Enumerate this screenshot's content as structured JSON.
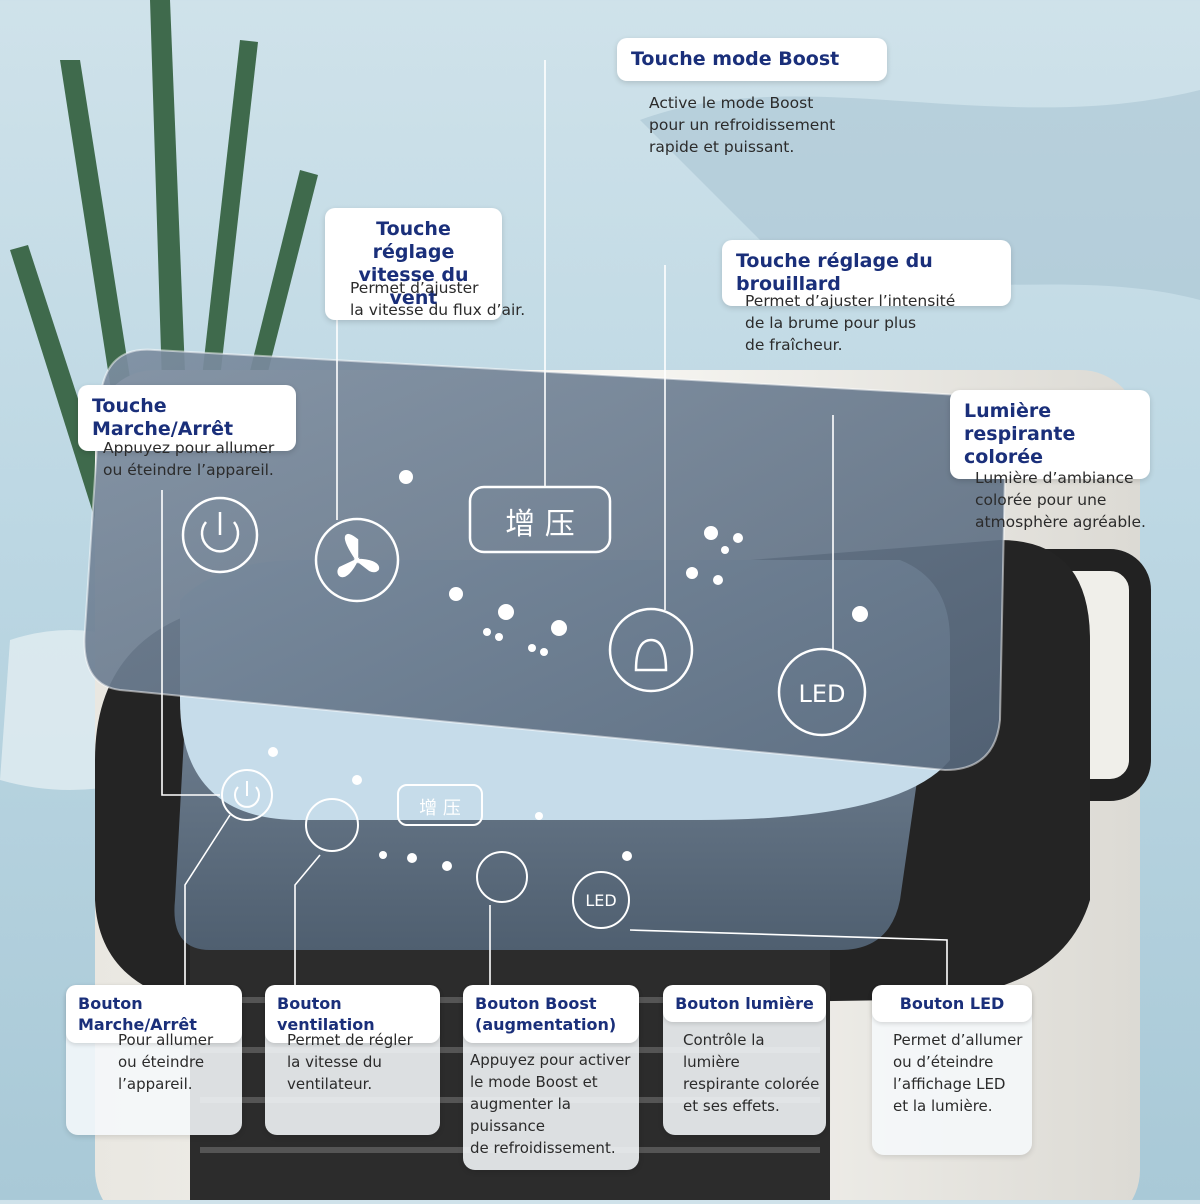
{
  "callouts": {
    "boost": {
      "title": "Touche mode Boost",
      "desc": "Active le mode Boost\npour un refroidissement\nrapide et puissant."
    },
    "wind_speed": {
      "title": "Touche réglage\nvitesse du vent",
      "desc": "Permet d’ajuster\nla vitesse du flux d’air."
    },
    "mist": {
      "title": "Touche réglage du brouillard",
      "desc": "Permet d’ajuster l’intensité\nde la brume pour plus\nde fraîcheur."
    },
    "power": {
      "title": "Touche Marche/Arrêt",
      "desc": "Appuyez pour allumer\nou éteindre l’appareil."
    },
    "light": {
      "title": "Lumière\nrespirante colorée",
      "desc": "Lumière d’ambiance\ncolorée pour une\natmosphère agréable."
    }
  },
  "bottom": [
    {
      "title": "Bouton Marche/Arrêt",
      "desc": "Pour allumer\nou éteindre\nl’appareil."
    },
    {
      "title": "Bouton ventilation",
      "desc": "Permet de régler\nla vitesse du\nventilateur."
    },
    {
      "title": "Bouton Boost\n(augmentation)",
      "desc": "Appuyez pour activer\nle mode Boost et\naugmenter la puissance\nde refroidissement."
    },
    {
      "title": "Bouton lumière",
      "desc": "Contrôle la lumière\nrespirante colorée\net ses effets."
    },
    {
      "title": "Bouton LED",
      "desc": "Permet d’allumer\nou d’éteindre\nl’affichage LED\net la lumière."
    }
  ],
  "panel": {
    "boost_label": "增 压",
    "led_label": "LED"
  },
  "colors": {
    "title_text": "#1a2f7a",
    "panel": "#5b6b7c",
    "line": "#ffffff"
  }
}
